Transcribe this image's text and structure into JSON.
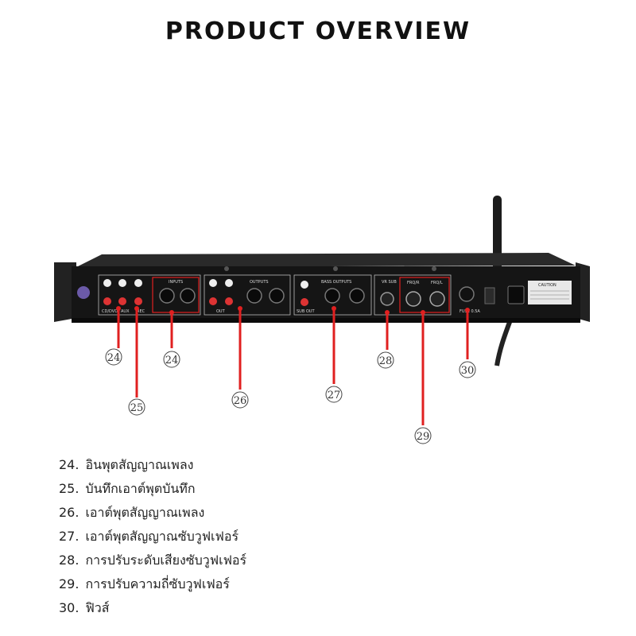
{
  "page": {
    "title": "PRODUCT OVERVIEW"
  },
  "panel_labels": {
    "inputs": "INPUTS",
    "outputs": "OUTPUTS",
    "bass_outputs": "BASS OUTPUTS",
    "vr_sub": "VR SUB",
    "freq_r": "FRQ/R",
    "freq_l": "FRQ/L",
    "caution": "CAUTION",
    "cd_dvd": "CD/DVD",
    "aux": "AUX",
    "rec": "REC",
    "out": "OUT",
    "sub_out": "SUB OUT",
    "fuse": "FUSE 0.5A"
  },
  "callouts": [
    "24",
    "24",
    "25",
    "26",
    "27",
    "28",
    "29",
    "30"
  ],
  "legend": [
    {
      "num": "24.",
      "text": "อินพุตสัญญาณเพลง"
    },
    {
      "num": "25.",
      "text": "บันทึกเอาต์พุตบันทึก"
    },
    {
      "num": "26.",
      "text": "เอาต์พุตสัญญาณเพลง"
    },
    {
      "num": "27.",
      "text": "เอาต์พุตสัญญาณซับวูฟเฟอร์"
    },
    {
      "num": "28.",
      "text": "การปรับระดับเสียงซับวูฟเฟอร์"
    },
    {
      "num": "29.",
      "text": "การปรับความถี่ซับวูฟเฟอร์"
    },
    {
      "num": "30.",
      "text": "ฟิวส์"
    }
  ],
  "colors": {
    "callout_line": "#e02020",
    "highlight_box": "#e02020",
    "chassis": "#1a1a1a"
  }
}
